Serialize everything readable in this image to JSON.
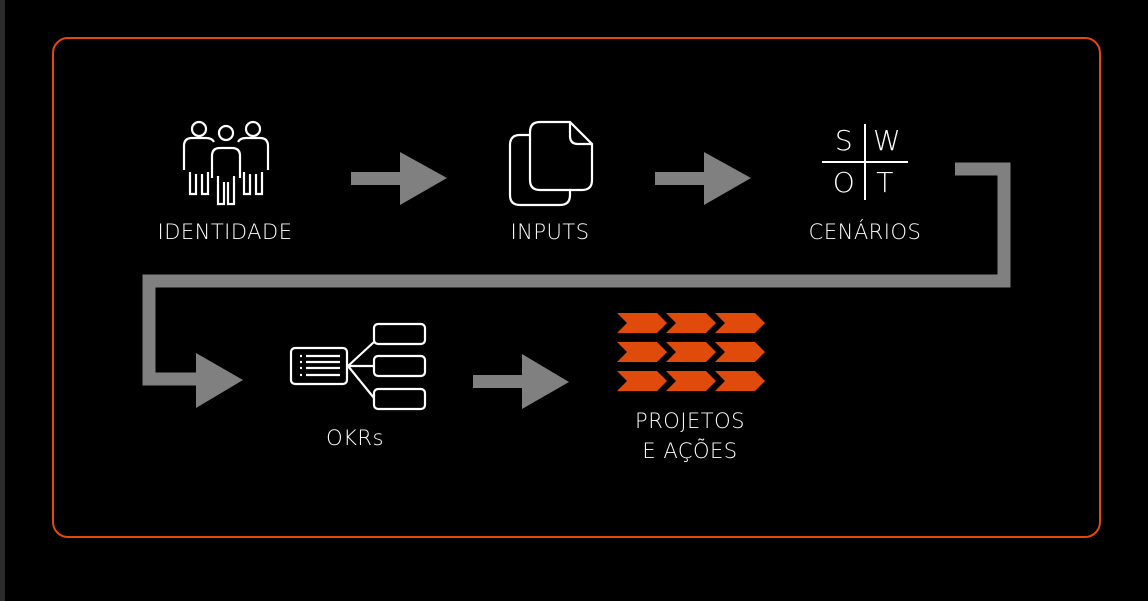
{
  "steps": [
    {
      "label": "IDENTIDADE",
      "icon": "people-icon"
    },
    {
      "label": "INPUTS",
      "icon": "documents-icon"
    },
    {
      "label": "CENÁRIOS",
      "icon": "swot-icon",
      "swot": [
        "S",
        "W",
        "O",
        "T"
      ]
    },
    {
      "label": "OKRs",
      "icon": "okr-tree-icon"
    },
    {
      "label_line1": "PROJETOS",
      "label_line2": "E AÇÕES",
      "icon": "chevrons-icon"
    }
  ],
  "colors": {
    "accent": "#e04a0a",
    "arrow": "#808080",
    "text": "#ffffff"
  }
}
